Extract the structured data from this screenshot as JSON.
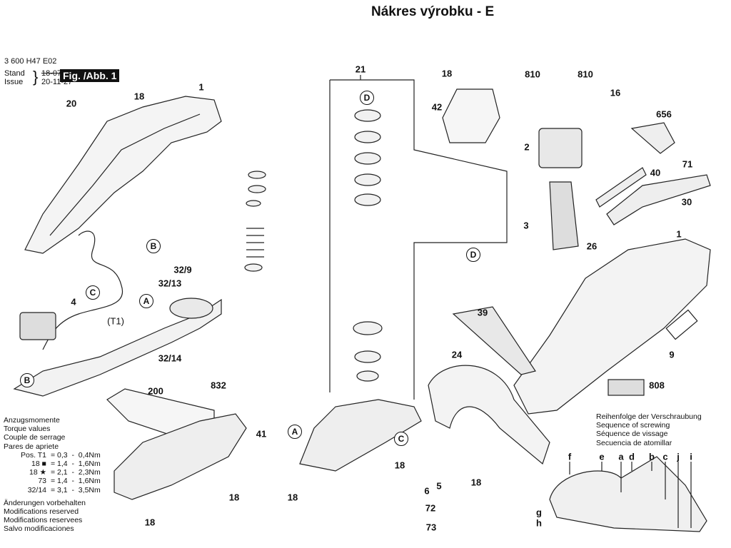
{
  "title": "Nákres výrobku - E",
  "header": {
    "code": "3 600 H47 E02",
    "stand_label": "Stand",
    "issue_label": "Issue",
    "stand_value": "18-07",
    "issue_value": "20-11-27",
    "figure": "Fig. /Abb. 1"
  },
  "torque": {
    "headings": [
      "Anzugsmomente",
      "Torque values",
      "Couple de serrage",
      "Pares de apriete"
    ],
    "rows": [
      {
        "pos": "Pos. T1",
        "value": "= 0,3  -  0,4Nm"
      },
      {
        "pos": "18 ■",
        "value": "= 1,4  -  1,6Nm"
      },
      {
        "pos": "18 ★",
        "value": "= 2,1  -  2,3Nm"
      },
      {
        "pos": "73",
        "value": "= 1,4  -  1,6Nm"
      },
      {
        "pos": "32/14",
        "value": "= 3,1  -  3,5Nm"
      }
    ],
    "notes": [
      "Änderungen vorbehalten",
      "Modifications reserved",
      "Modifications reservees",
      "Salvo modificaciones"
    ]
  },
  "sequence": {
    "headings": [
      "Reihenfolge der Verschraubung",
      "Sequence of screwing",
      "Séquence de vissage",
      "Secuencia de atomillar"
    ],
    "letters": [
      "f",
      "e",
      "a",
      "d",
      "b",
      "c",
      "j",
      "i",
      "g",
      "h"
    ]
  },
  "parts": [
    "20",
    "18",
    "1",
    "4",
    "(T1)",
    "32/9",
    "32/13",
    "32/14",
    "200",
    "832",
    "41",
    "18",
    "18",
    "21",
    "18",
    "42",
    "810",
    "810",
    "16",
    "2",
    "3",
    "656",
    "40",
    "71",
    "30",
    "26",
    "1",
    "39",
    "24",
    "9",
    "808",
    "18",
    "18",
    "6",
    "5",
    "72",
    "73",
    "18"
  ],
  "callouts": [
    "B",
    "C",
    "A",
    "B",
    "D",
    "D",
    "A",
    "C"
  ]
}
